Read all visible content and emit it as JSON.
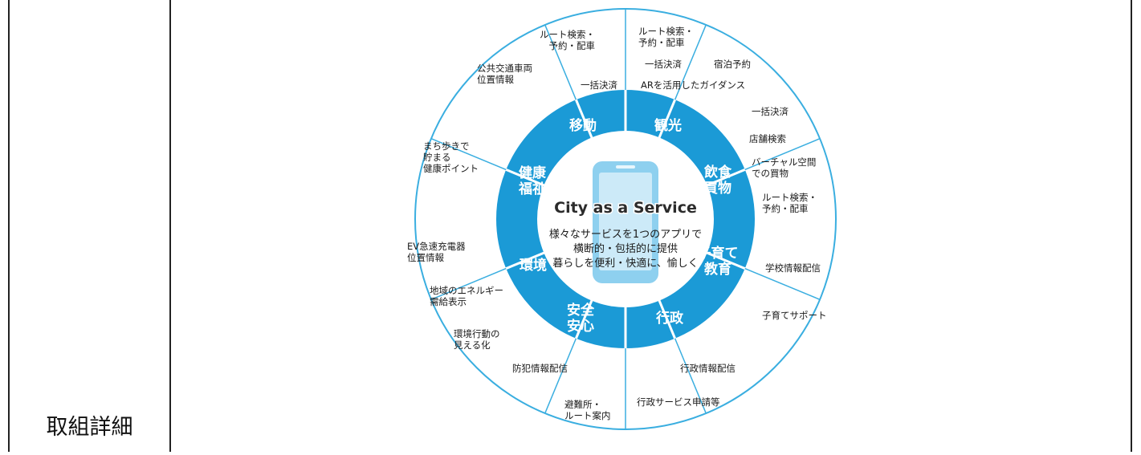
{
  "row_label": "取組詳細",
  "diagram": {
    "center": {
      "title": "City as a Service",
      "lines": [
        "様々なサービスを1つのアプリで",
        "横断的・包括的に提供",
        "暮らしを便利・快適に、愉しく"
      ]
    },
    "categories": [
      {
        "name": "移動",
        "lines": [
          "移動"
        ]
      },
      {
        "name": "観光",
        "lines": [
          "観光"
        ]
      },
      {
        "name": "飲食買物",
        "lines": [
          "飲食",
          "買物"
        ]
      },
      {
        "name": "子育て教育",
        "lines": [
          "子育て",
          "教育"
        ]
      },
      {
        "name": "行政",
        "lines": [
          "行政"
        ]
      },
      {
        "name": "安全安心",
        "lines": [
          "安全",
          "安心"
        ]
      },
      {
        "name": "環境",
        "lines": [
          "環境"
        ]
      },
      {
        "name": "健康福祉",
        "lines": [
          "健康",
          "福祉"
        ]
      }
    ],
    "services": [
      [
        "ルート検索・",
        "予約・配車"
      ],
      [
        "公共交通車両",
        "位置情報"
      ],
      [
        "一括決済"
      ],
      [
        "ルート検索・",
        "予約・配車"
      ],
      [
        "一括決済"
      ],
      [
        "宿泊予約"
      ],
      [
        "ARを活用したガイダンス"
      ],
      [
        "一括決済"
      ],
      [
        "店舗検索"
      ],
      [
        "バーチャル空間",
        "での買物"
      ],
      [
        "ルート検索・",
        "予約・配車"
      ],
      [
        "学校情報配信"
      ],
      [
        "子育てサポート"
      ],
      [
        "行政情報配信"
      ],
      [
        "行政サービス申請等"
      ],
      [
        "避難所・",
        "ルート案内"
      ],
      [
        "防犯情報配信"
      ],
      [
        "EV急速充電器",
        "位置情報"
      ],
      [
        "地域のエネルギー",
        "需給表示"
      ],
      [
        "環境行動の",
        "見える化"
      ],
      [
        "まち歩きで",
        "貯まる",
        "健康ポイント"
      ]
    ],
    "colors": {
      "ring": "#1b9ad6",
      "outline": "#3aaee0",
      "phone": "#8ed0ef",
      "category_text": "#ffffff"
    }
  }
}
